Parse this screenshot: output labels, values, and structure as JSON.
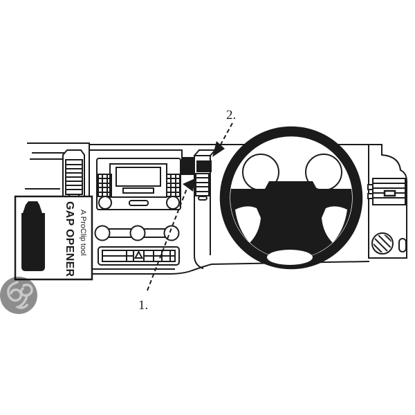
{
  "callouts": {
    "one": "1.",
    "two": "2."
  },
  "tool_card": {
    "title": "GAP OPENER",
    "subtitle": "A ProClip tool"
  },
  "colors": {
    "line": "#1b1b1b",
    "background": "#ffffff",
    "watermark_circle": "#8d8d8d",
    "watermark_glyph": "#c9c9c9"
  }
}
